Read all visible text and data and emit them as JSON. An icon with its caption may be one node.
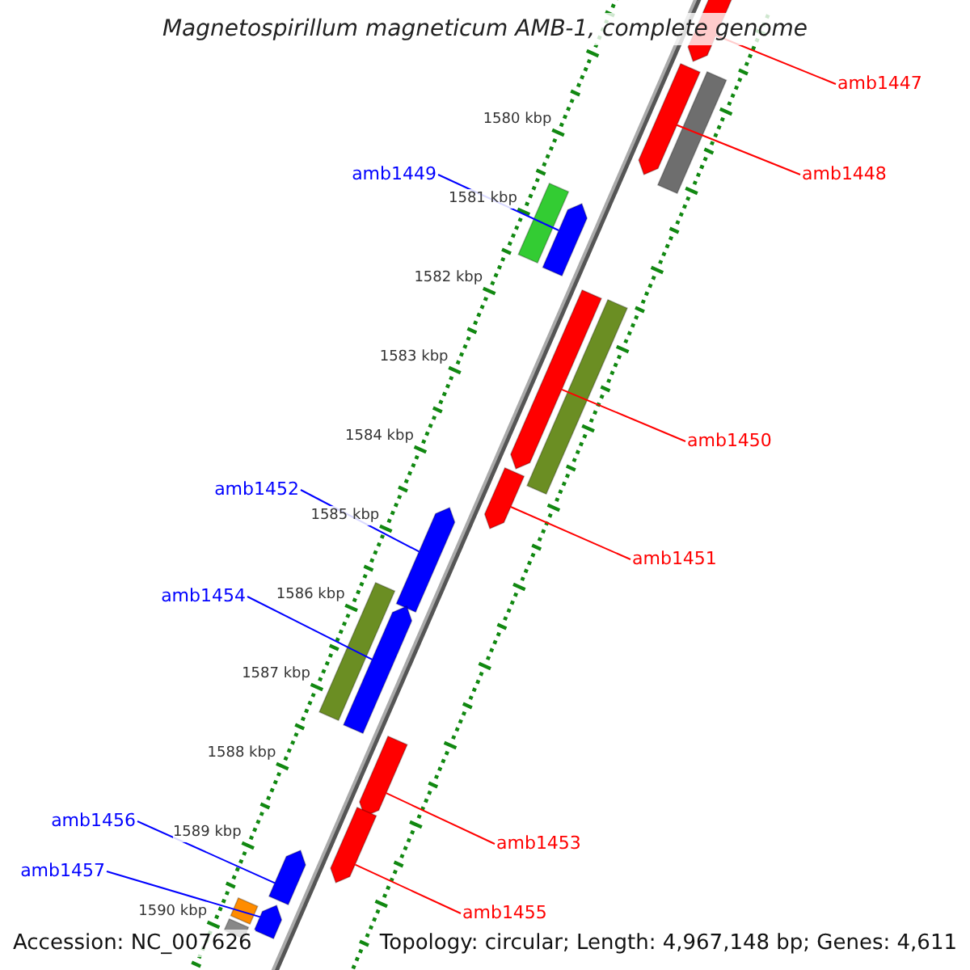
{
  "diagram": {
    "title": "Magnetospirillum magneticum AMB-1, complete genome",
    "nodes": [
      {
        "text": [
          "amb1447"
        ]
      },
      {
        "text": [
          "amb1448"
        ]
      },
      {
        "text": [
          "amb1449"
        ]
      },
      {
        "text": [
          "amb1450"
        ]
      },
      {
        "text": [
          "amb1451"
        ]
      },
      {
        "text": [
          "amb1452"
        ]
      },
      {
        "text": [
          "amb1453"
        ]
      },
      {
        "text": [
          "amb1454"
        ]
      },
      {
        "text": [
          "amb1455"
        ]
      },
      {
        "text": [
          "amb1456"
        ]
      },
      {
        "text": [
          "amb1457"
        ]
      },
      {
        "text": [],
        "shape": "pentagon"
      },
      {
        "text": [],
        "shape": "pentagon"
      },
      {
        "text": [],
        "shape": "bar"
      },
      {
        "text": [],
        "shape": "bar"
      },
      {
        "text": [],
        "shape": "pentagon"
      },
      {
        "text": [],
        "shape": "pentagon"
      },
      {
        "text": [],
        "shape": "bar"
      },
      {
        "text": [],
        "shape": "pentagon"
      },
      {
        "text": [],
        "shape": "pentagon"
      },
      {
        "text": [],
        "shape": "bar"
      },
      {
        "text": [],
        "shape": "pentagon"
      },
      {
        "text": [],
        "shape": "pentagon"
      },
      {
        "text": [],
        "shape": "pentagon"
      },
      {
        "text": [],
        "shape": "pentagon"
      },
      {
        "text": [],
        "shape": "bar"
      },
      {
        "text": [],
        "shape": "pentagon"
      },
      {
        "text": [],
        "shape": "bar"
      }
    ],
    "edges": [
      {
        "from": 0,
        "to": 11,
        "arrow": "none"
      },
      {
        "from": 1,
        "to": 12,
        "arrow": "none"
      },
      {
        "from": 2,
        "to": 15,
        "arrow": "none",
        "color": "#0000ff"
      },
      {
        "from": 3,
        "to": 16,
        "arrow": "none"
      },
      {
        "from": 4,
        "to": 18,
        "arrow": "none"
      },
      {
        "from": 5,
        "to": 19,
        "arrow": "none",
        "color": "#0000ff"
      },
      {
        "from": 6,
        "to": 22,
        "arrow": "none"
      },
      {
        "from": 7,
        "to": 21,
        "arrow": "none",
        "color": "#0000ff"
      },
      {
        "from": 8,
        "to": 23,
        "arrow": "none"
      },
      {
        "from": 9,
        "to": 24,
        "arrow": "none",
        "color": "#0000ff"
      },
      {
        "from": 10,
        "to": 26,
        "arrow": "none",
        "color": "#0000ff"
      }
    ],
    "labels": [
      "1580 kbp",
      "1581 kbp",
      "1582 kbp",
      "1583 kbp",
      "1584 kbp",
      "1585 kbp",
      "1586 kbp",
      "1587 kbp",
      "1588 kbp",
      "1589 kbp",
      "1590 kbp",
      "Accession: NC_007626",
      "Topology: circular; Length: 4,967,148 bp; Genes: 4,611"
    ]
  }
}
